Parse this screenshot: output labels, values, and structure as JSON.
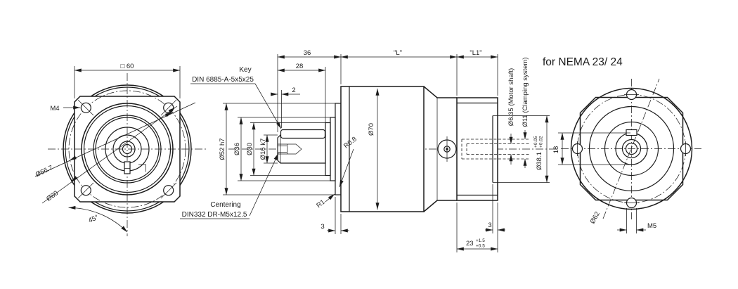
{
  "colors": {
    "ink": "#1b1b1b",
    "background": "#ffffff"
  },
  "title": "for NEMA 23/ 24",
  "front_view": {
    "square_dim": "□ 60",
    "thread": "M4",
    "bolt_circle_dia": "Ø66.7",
    "outer_dia": "Ø80",
    "angle": "45°"
  },
  "section_view": {
    "key_line1": "Key",
    "key_line2": "DIN 6885-A-5x5x25",
    "len_total": "36",
    "len_key": "28",
    "len_offset": "2",
    "pilot_dia": "Ø52 h7",
    "recess_dia": "Ø36",
    "hub_dia": "Ø30",
    "shaft_dia": "Ø16 k7",
    "fillet_r08": "R0.8",
    "body_dia": "Ø70",
    "fillet_r1": "R1",
    "pilot_depth": "3",
    "centering_line1": "Centering",
    "centering_line2": "DIN332 DR-M5x12.5",
    "len_l": "\"L\"",
    "len_l1": "\"L1\"",
    "motor_shaft_dia": "Ø6.35 (Motor shaft)",
    "clamping_dia": "Ø11 (Clamping system)",
    "motor_pilot_dia": "Ø38.1",
    "motor_pilot_tol_hi": "+0.05",
    "motor_pilot_tol_lo": "+0.02",
    "recess_depth": "3",
    "clamp_len": "23",
    "clamp_len_tol_hi": "+1.5",
    "clamp_len_tol_lo": "+0.5"
  },
  "rear_view": {
    "hub_width": "18",
    "bolt_circle_dia": "Ø62",
    "thread": "M5"
  }
}
